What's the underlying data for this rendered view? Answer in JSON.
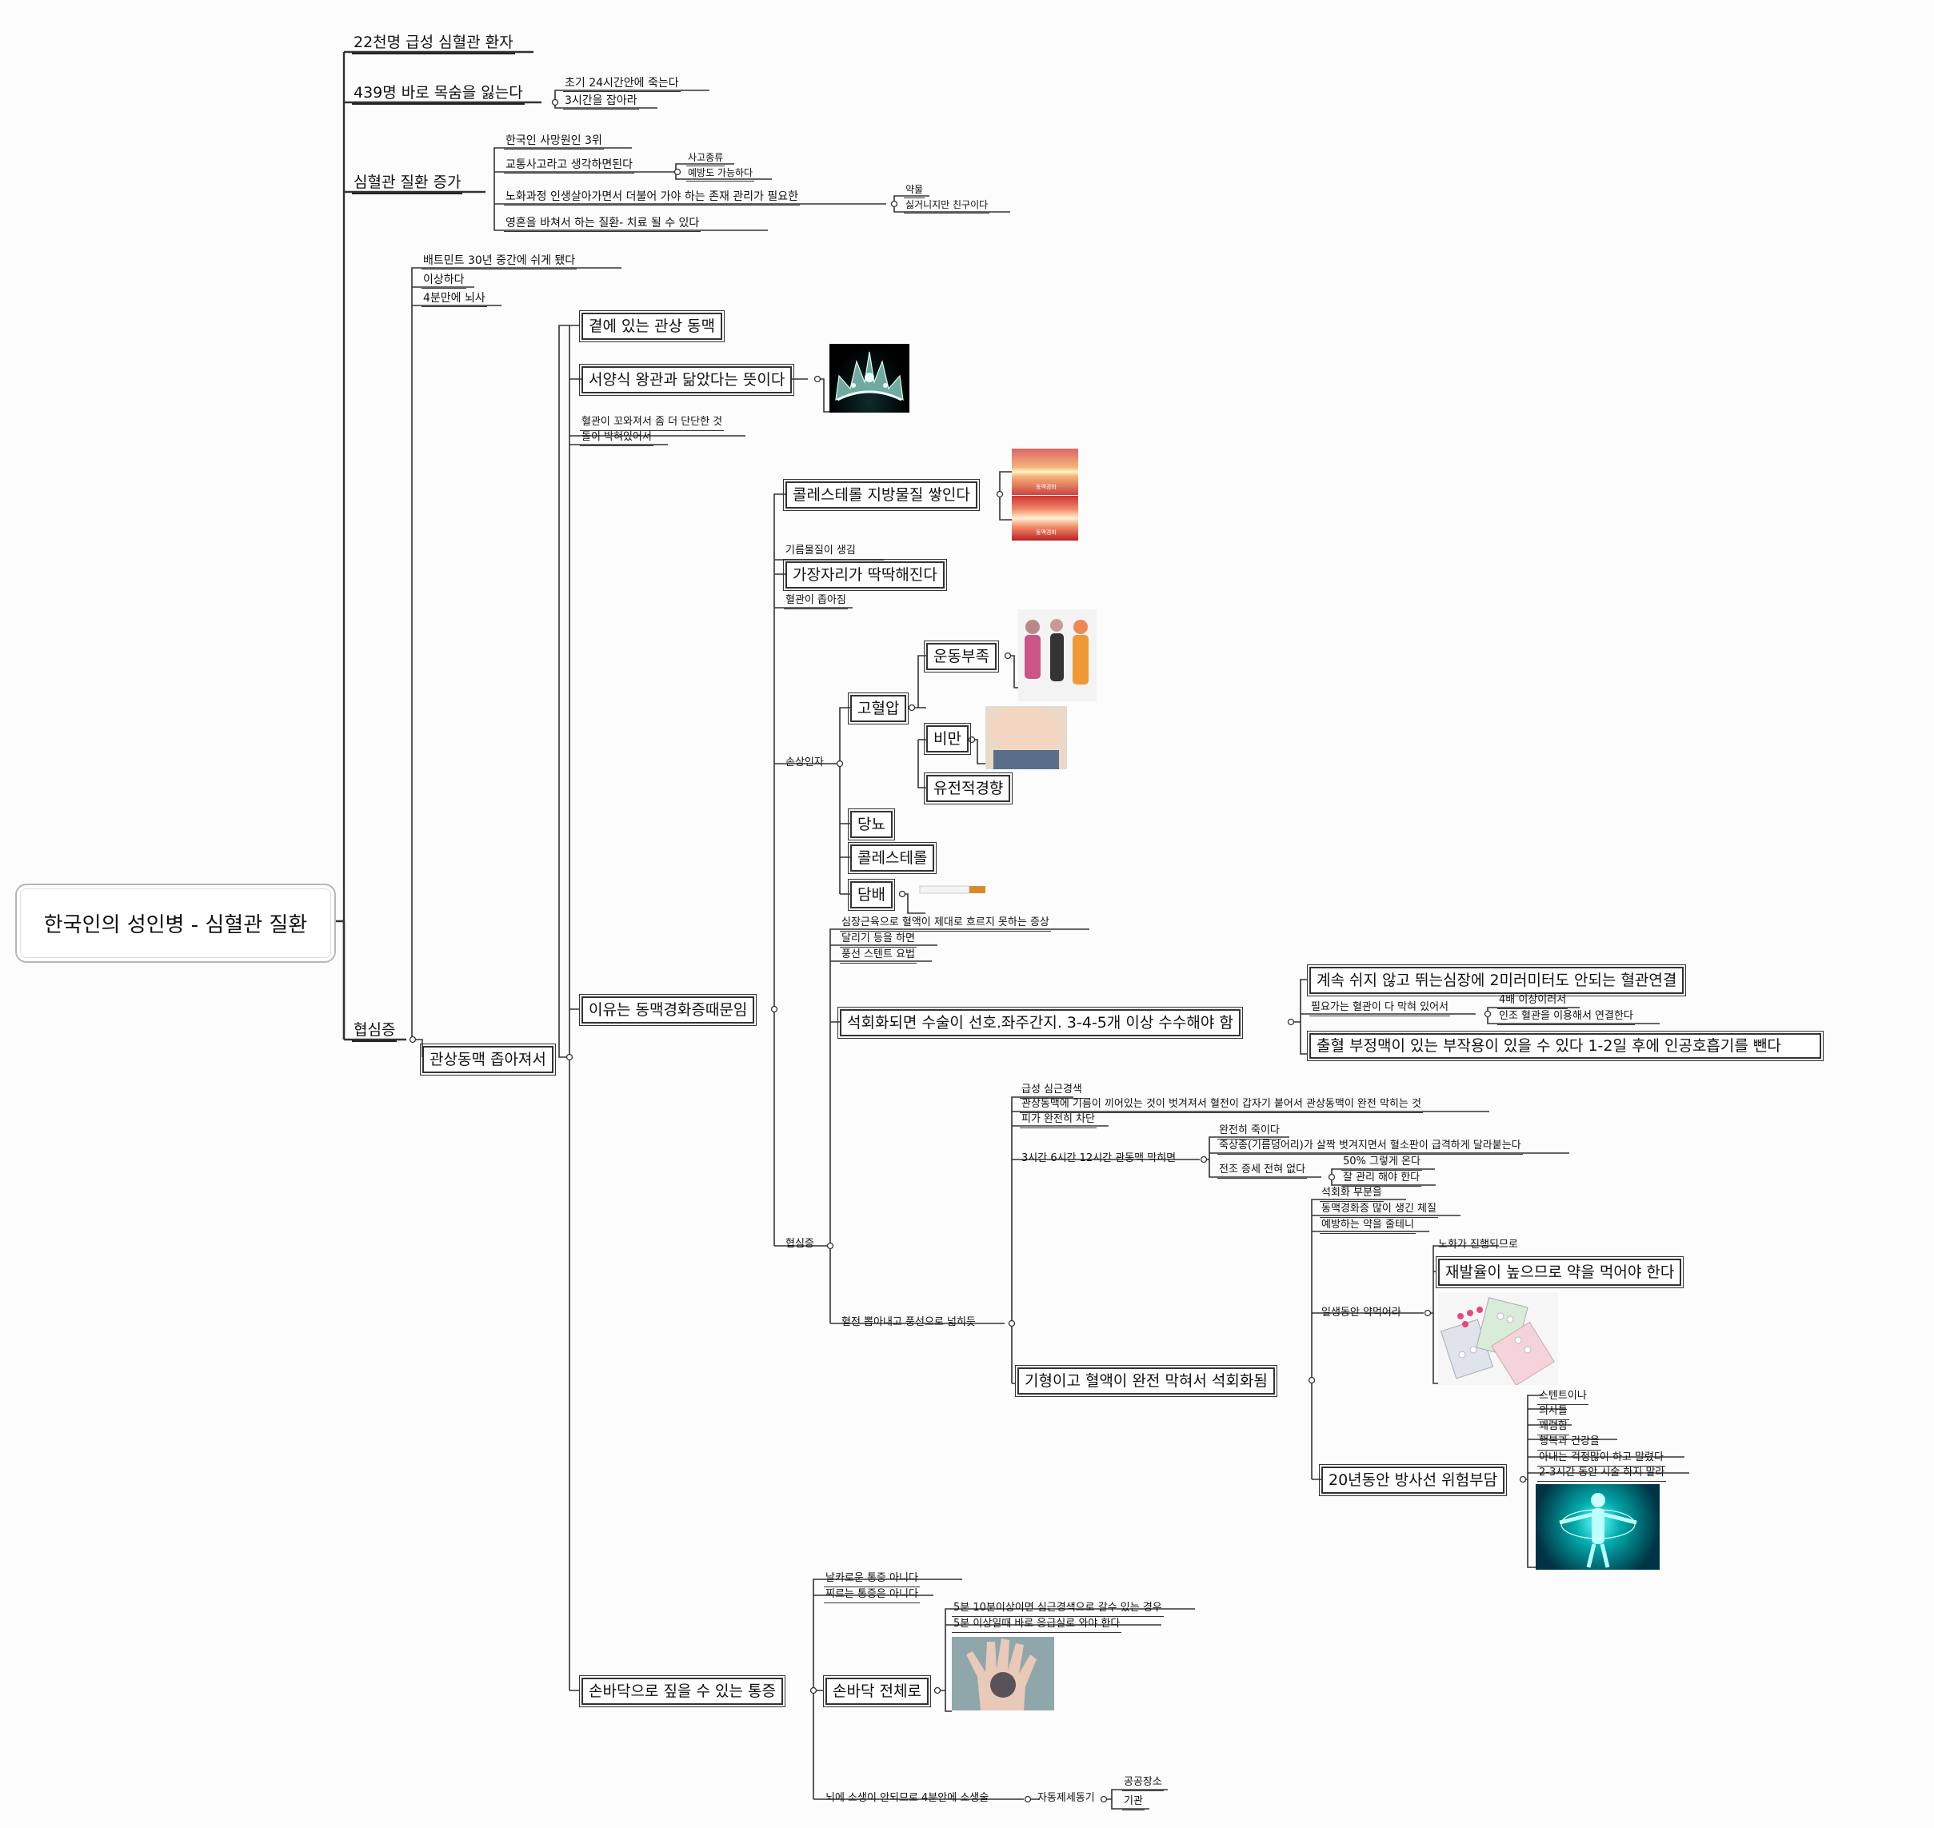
{
  "root": "한국인의 성인병 - 심혈관 질환",
  "l1": {
    "patients": "22천명 급성 심혈관 환자",
    "deaths": "439명 바로 목숨을 잃는다",
    "increase": "심혈관 질환   증가",
    "attack": "협심증"
  },
  "deaths_sub": [
    "초기 24시간안에 죽는다",
    "3시간을 잡아라"
  ],
  "increase_sub": {
    "rank": "한국인 사망원인 3위",
    "accident": "교통사고라고 생각하면된다",
    "accident_sub": [
      "사고종류",
      "예방도 가능하다"
    ],
    "aging": "노화과정 인생살아가면서 더불어 가야 하는 존재 관리가 필요한",
    "aging_sub": [
      "약물",
      "싫거니지만 친구이다"
    ],
    "soul": "영혼을 바쳐서 하는 질환- 치료 될 수 있다"
  },
  "attack_notes": [
    "배트민트 30년 중간에 쉬게 됐다",
    "이상하다",
    "4분만에 뇌사"
  ],
  "coronary": "관상동맥 좁아져서",
  "coronary_sub": {
    "beside": "곁에 있는 관상 동맥",
    "crown": "서양식 왕관과 닮았다는 뜻이다",
    "notes": [
      "혈관이 꼬와져서 좀 더 단단한 것",
      "돌이 박혀있어서"
    ],
    "reason": "이유는 동맥경화증때문임",
    "palm_pain": "손바닥으로 짚을 수 있는 통증"
  },
  "reason_sub": {
    "cholesterol": "콜레스테롤 지방물질 쌓인다",
    "img_label": "동맥경화",
    "fibrous": "기름물질이 생김",
    "edges": "가장자리가 딱딱해진다",
    "narrow": "혈관이 좁아짐",
    "risk": "손상인자",
    "angina": "협심증"
  },
  "risk_sub": {
    "hypertension": "고혈압",
    "exercise": "운동부족",
    "obesity": "비만",
    "genetic": "유전적경향",
    "diabetes": "당뇨",
    "cholesterol": "콜레스테롤",
    "smoking": "담배"
  },
  "angina_notes": [
    "심장근육으로 혈액이 제대로 흐르지 못하는 증상",
    "달리기 등을 하면",
    "풍선 스텐트 요법"
  ],
  "calcified": {
    "title": "석회화되면 수술이 선호.좌주간지. 3-4-5개 이상 수수해야 함",
    "keep": "계속 쉬지 않고 뛰는심장에 2미러미터도 안되는 혈관연결",
    "blocked": "필요가는 혈관이 다 막혀 있어서",
    "blocked_sub": [
      "4배 이상이러서",
      "인조 혈관을 이용해서 연결한다"
    ],
    "bleeding": "출혈 부정맥이 있는 부작용이 있을 수 있다 1-2일 후에 인공호흡기를 뺀다"
  },
  "balloon": {
    "label": "혈전 뽑아내고 풍선으로 넓히듯",
    "notes": [
      "급성 심근경색",
      "관상동맥에 기름이 끼어있는 것이 벗겨져서 혈전이 갑자기 붙어서 관상동맥이 완전 막히는 것",
      "피가 완전히 차단"
    ],
    "hours": "3시간 6시간 12시간 관동맥 막히면",
    "hours_sub": [
      "완전히 죽이다",
      "죽상종(기름덩어리)가 살짝 벗겨지면서 혈소판이 급격하게 달라붙는다"
    ],
    "prognosis": "전조 증세 전혀 없다",
    "prognosis_sub": [
      "50% 그렇게 온다",
      "잘 관리 해야 한다"
    ],
    "blocked": "기형이고 혈액이 완전 막혀서 석회화됨",
    "blocked_notes": [
      "석회화 부분을",
      "동맥경화증 많이 생긴 체질",
      "예방하는 약을 줄테니"
    ],
    "lifelong": "일생동안 약먹어라",
    "aging": "노화가 진행되므로",
    "relapse": "재발율이 높으므로 약을 먹어야 한다",
    "radiation": "20년동안 방사선 위험부담",
    "radiation_notes": [
      "스텐트이나",
      "의사들",
      "꽤렴함",
      "행복과 건강을",
      "아내는 걱정많이 하고 말렸다",
      "2-3시간 동안 시술 하지 말라"
    ]
  },
  "palm": {
    "notes": [
      "날카로운  통증 아니다",
      "찌르는 통증은 아니다"
    ],
    "whole": "손바닥 전체로",
    "whole_sub": [
      "5분 10분이상이면 심근경색으로 갈수 있는 경우",
      "5분 이상일때 바로 응급실로 와야 한다"
    ],
    "brain": "뇌에 소생이 안되므로 4분안에 소생술",
    "defib": "자동제세동기",
    "defib_sub": [
      "공공장소",
      "기관"
    ]
  }
}
